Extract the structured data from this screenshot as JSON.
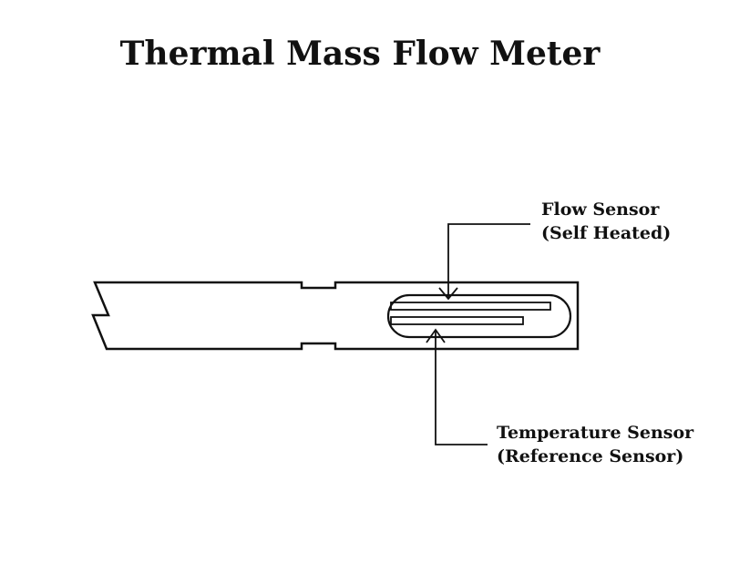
{
  "title": "Thermal Mass Flow Meter",
  "labels": {
    "flow_sensor": {
      "line1": "Flow Sensor",
      "line2": "(Self Heated)"
    },
    "temperature_sensor": {
      "line1": "Temperature Sensor",
      "line2": "(Reference Sensor)"
    }
  },
  "colors": {
    "stroke": "#111111",
    "background": "#ffffff"
  }
}
